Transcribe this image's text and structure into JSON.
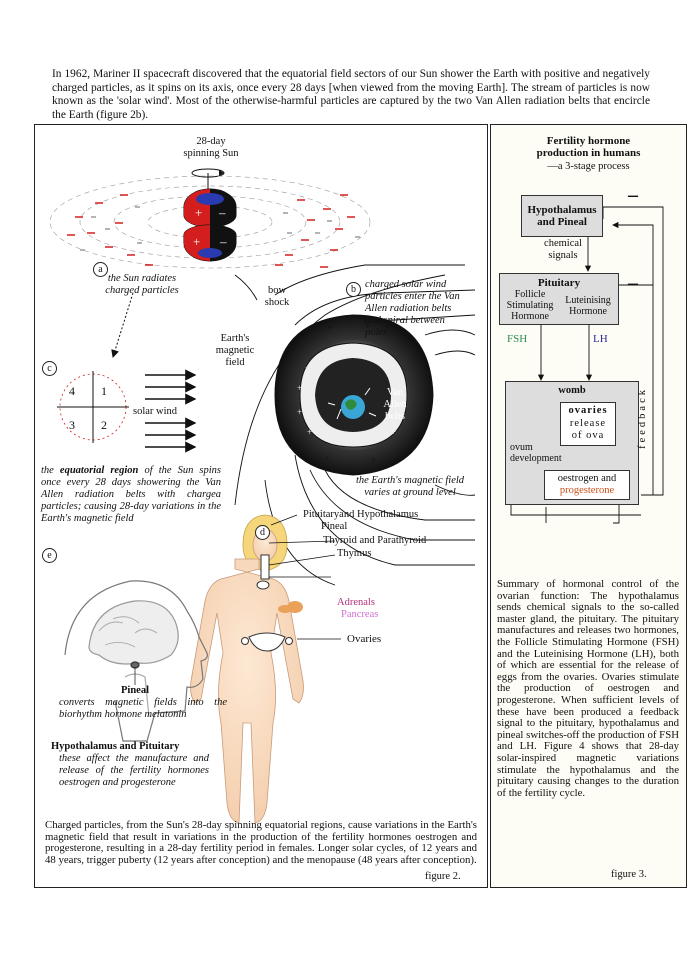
{
  "intro": "In 1962, Mariner II spacecraft discovered that the equatorial field sectors of our Sun shower the Earth with positive and negatively charged particles, as it spins on its axis, once every 28 days [when viewed from the moving Earth]. The stream of particles is now known as the 'solar wind'. Most of the otherwise-harmful particles are captured by the two Van Allen radiation belts that encircle the Earth (figure 2b).",
  "fig2": {
    "spinning_sun": "28-day\nspinning Sun",
    "marker_a": "a",
    "label_a": "the Sun radiates\ncharged particles",
    "bow_shock": "bow\nshock",
    "marker_b": "b",
    "label_b": "charged solar wind\nparticles enter the Van\nAllen radiation belts\nand spiral between\npoles",
    "magnetic_field": "Earth's\nmagnetic\nfield",
    "marker_c": "c",
    "quad_4": "4",
    "quad_1": "1",
    "quad_3": "3",
    "quad_2": "2",
    "solar_wind": "solar wind",
    "van_allen": "Van\nAllen\nbelts",
    "field_varies": "the Earth's magnetic field\nvaries at ground level",
    "eq_pre": "the ",
    "eq_bold": "equatorial region",
    "eq_post": " of the Sun spins once every 28 days showering the Van Allen radiation belts with chargea particles; causing 28-day variations in the Earth's magnetic field",
    "marker_d": "d",
    "pituitary": "Pituitaryand Hypothalamus",
    "pineal": "Pineal",
    "thyroid": "Thyroid and Parathyroid",
    "thymus": "Thymus",
    "marker_e": "e",
    "adrenals": "Adrenals",
    "pancreas": "Pancreas",
    "ovaries": "Ovaries",
    "pineal_title": "Pineal",
    "pineal_desc": "converts magnetic fields into the biorhythm hormone melatonin",
    "hp_title": "Hypothalamus and Pituitary",
    "hp_desc": "these affect the manufacture and release of the fertility hormones oestrogen and progesterone",
    "caption": "Charged particles, from the Sun's 28-day spinning equatorial regions, cause variations in the Earth's magnetic field that result in variations in the production of the fertility hormones oestrogen and progesterone, resulting in a 28-day fertility period in females. Longer solar cycles, of 12 years and 48 years, trigger puberty (12 years after conception) and the menopause (48 years after conception).",
    "figure_label": "figure 2."
  },
  "fig3": {
    "title": "Fertility hormone\nproduction in humans",
    "subtitle": "—a 3-stage process",
    "hypothalamus": "Hypothalamus\nand Pineal",
    "chemical_signals": "chemical\nsignals",
    "pituitary": "Pituitary",
    "follicle": "Follicle\nStimulating\nHormone",
    "luteinising": "Luteinising\nHormone",
    "minus_top": "–",
    "minus_bottom": "–",
    "fsh": "FSH",
    "lh": "LH",
    "womb": "womb",
    "ovaries": "ovaries",
    "release": "release\nof ova",
    "ovum": "ovum\ndevelopment",
    "oestrogen": "oestrogen and",
    "progesterone": "progesterone",
    "feedback": "feedback",
    "summary": "Summary of hormonal control of the ovarian function: The hypothalamus sends chemical signals to the so-called master gland, the pituitary. The pituitary manufactures and releases two hormones, the Follicle Stimulating Hormone (FSH) and the Luteinising Hormone (LH), both of which are essential for the release of eggs from the ovaries. Ovaries stimulate the production of oestrogen and progesterone. When sufficient levels of these have been produced a feedback signal to the pituitary, hypothalamus and pineal switches-off the production of FSH and LH. Figure 4 shows that 28-day solar-inspired magnetic variations stimulate the hypothalamus and the pituitary causing changes to the duration of the fertility cycle.",
    "figure_label": "figure 3."
  },
  "colors": {
    "fsh": "#2e8b57",
    "lh": "#2a2a9a",
    "pancreas": "#d070d0",
    "progesterone": "#c8501a",
    "adrenals": "#b0307a",
    "sun_yellow": "#f2c21a",
    "sun_red": "#d41e1e"
  }
}
